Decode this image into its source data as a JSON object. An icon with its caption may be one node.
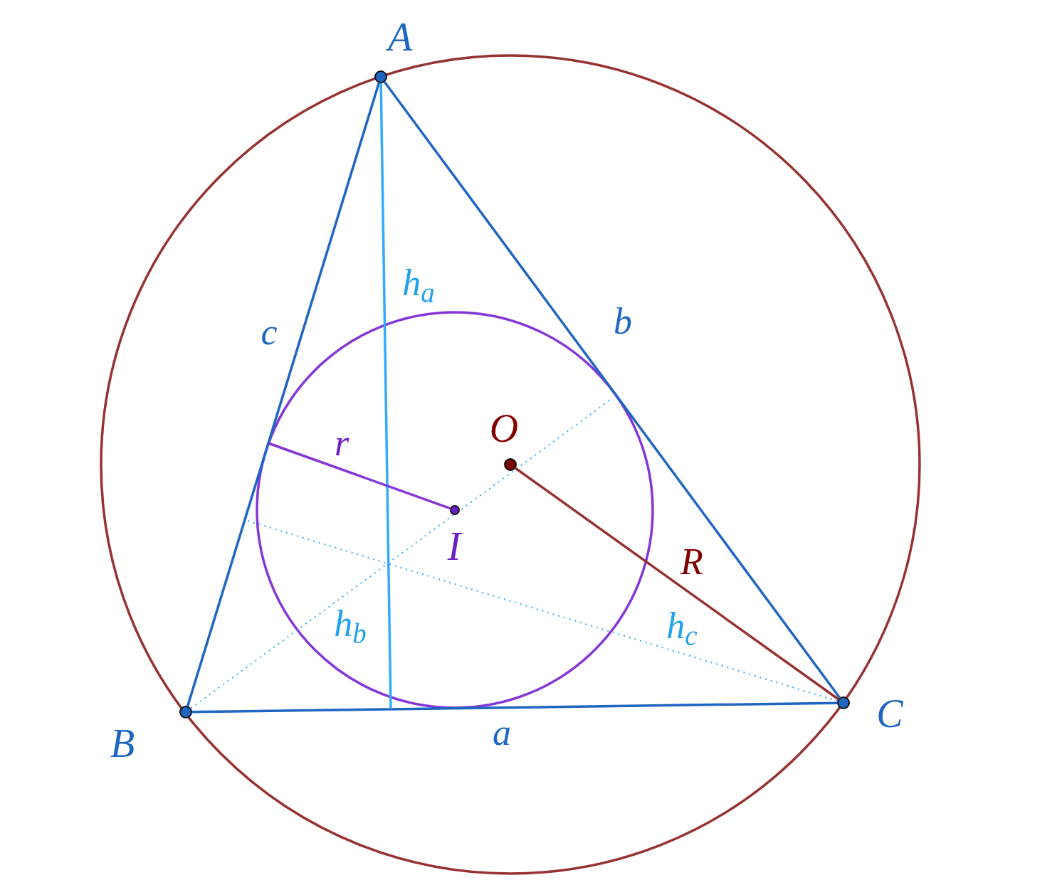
{
  "diagram": {
    "nodes": [
      {
        "text": [],
        "shape": "circle",
        "beside": [
          "A"
        ]
      },
      {
        "text": [],
        "shape": "circle",
        "beside": [
          "B"
        ]
      },
      {
        "text": [],
        "shape": "circle",
        "beside": [
          "C"
        ]
      },
      {
        "text": [],
        "shape": "circle",
        "beside": [
          "O"
        ]
      },
      {
        "text": [],
        "shape": "circle",
        "beside": [
          "I"
        ]
      }
    ],
    "edges": [
      {
        "from": 0,
        "to": 1,
        "arrow": "none",
        "label": "c"
      },
      {
        "from": 1,
        "to": 2,
        "arrow": "none",
        "label": "a"
      },
      {
        "from": 2,
        "to": 0,
        "arrow": "none",
        "label": "b"
      },
      {
        "from": 0,
        "to": null,
        "arrow": "none",
        "label": "h$_{a}$",
        "color": "#33aaff"
      },
      {
        "from": 1,
        "to": null,
        "arrow": "none",
        "label": "h$_{b}$",
        "style": "dashed",
        "color": "#33aaff"
      },
      {
        "from": 2,
        "to": null,
        "arrow": "none",
        "label": "h$_{c}$",
        "style": "dashed",
        "color": "#33aaff"
      },
      {
        "from": 4,
        "to": null,
        "arrow": "none",
        "label": "r",
        "color": "#8436d8"
      },
      {
        "from": 3,
        "to": 2,
        "arrow": "none",
        "label": "R",
        "color": "#963232"
      }
    ]
  }
}
